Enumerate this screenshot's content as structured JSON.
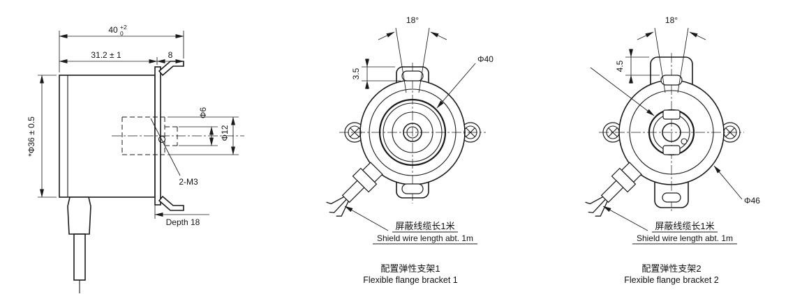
{
  "colors": {
    "background": "#ffffff",
    "line": "#1a1a1a"
  },
  "side_view": {
    "total_width": {
      "value": "40",
      "tol_upper": "+2",
      "tol_lower": "0"
    },
    "body_width": "31.2 ± 1",
    "bracket_width": "8",
    "shaft_dia": "Φ6",
    "hub_dia": "Φ12",
    "body_dia": "*Φ36 ± 0.5",
    "screw_label": "2-M3",
    "depth_label": "Depth 18"
  },
  "front_view_1": {
    "angle": "18°",
    "slot_offset": "3.5",
    "flange_dia": "Φ40",
    "cable_note_cn": "屏蔽线缆长1米",
    "cable_note_en": "Shield wire length abt. 1m",
    "caption_cn": "配置弹性支架1",
    "caption_en": "Flexible flange bracket 1"
  },
  "front_view_2": {
    "angle": "18°",
    "slot_offset": "4.5",
    "flange_dia": "Φ46",
    "cable_note_cn": "屏蔽线缆长1米",
    "cable_note_en": "Shield wire length abt. 1m",
    "caption_cn": "配置弹性支架2",
    "caption_en": "Flexible flange bracket 2"
  }
}
